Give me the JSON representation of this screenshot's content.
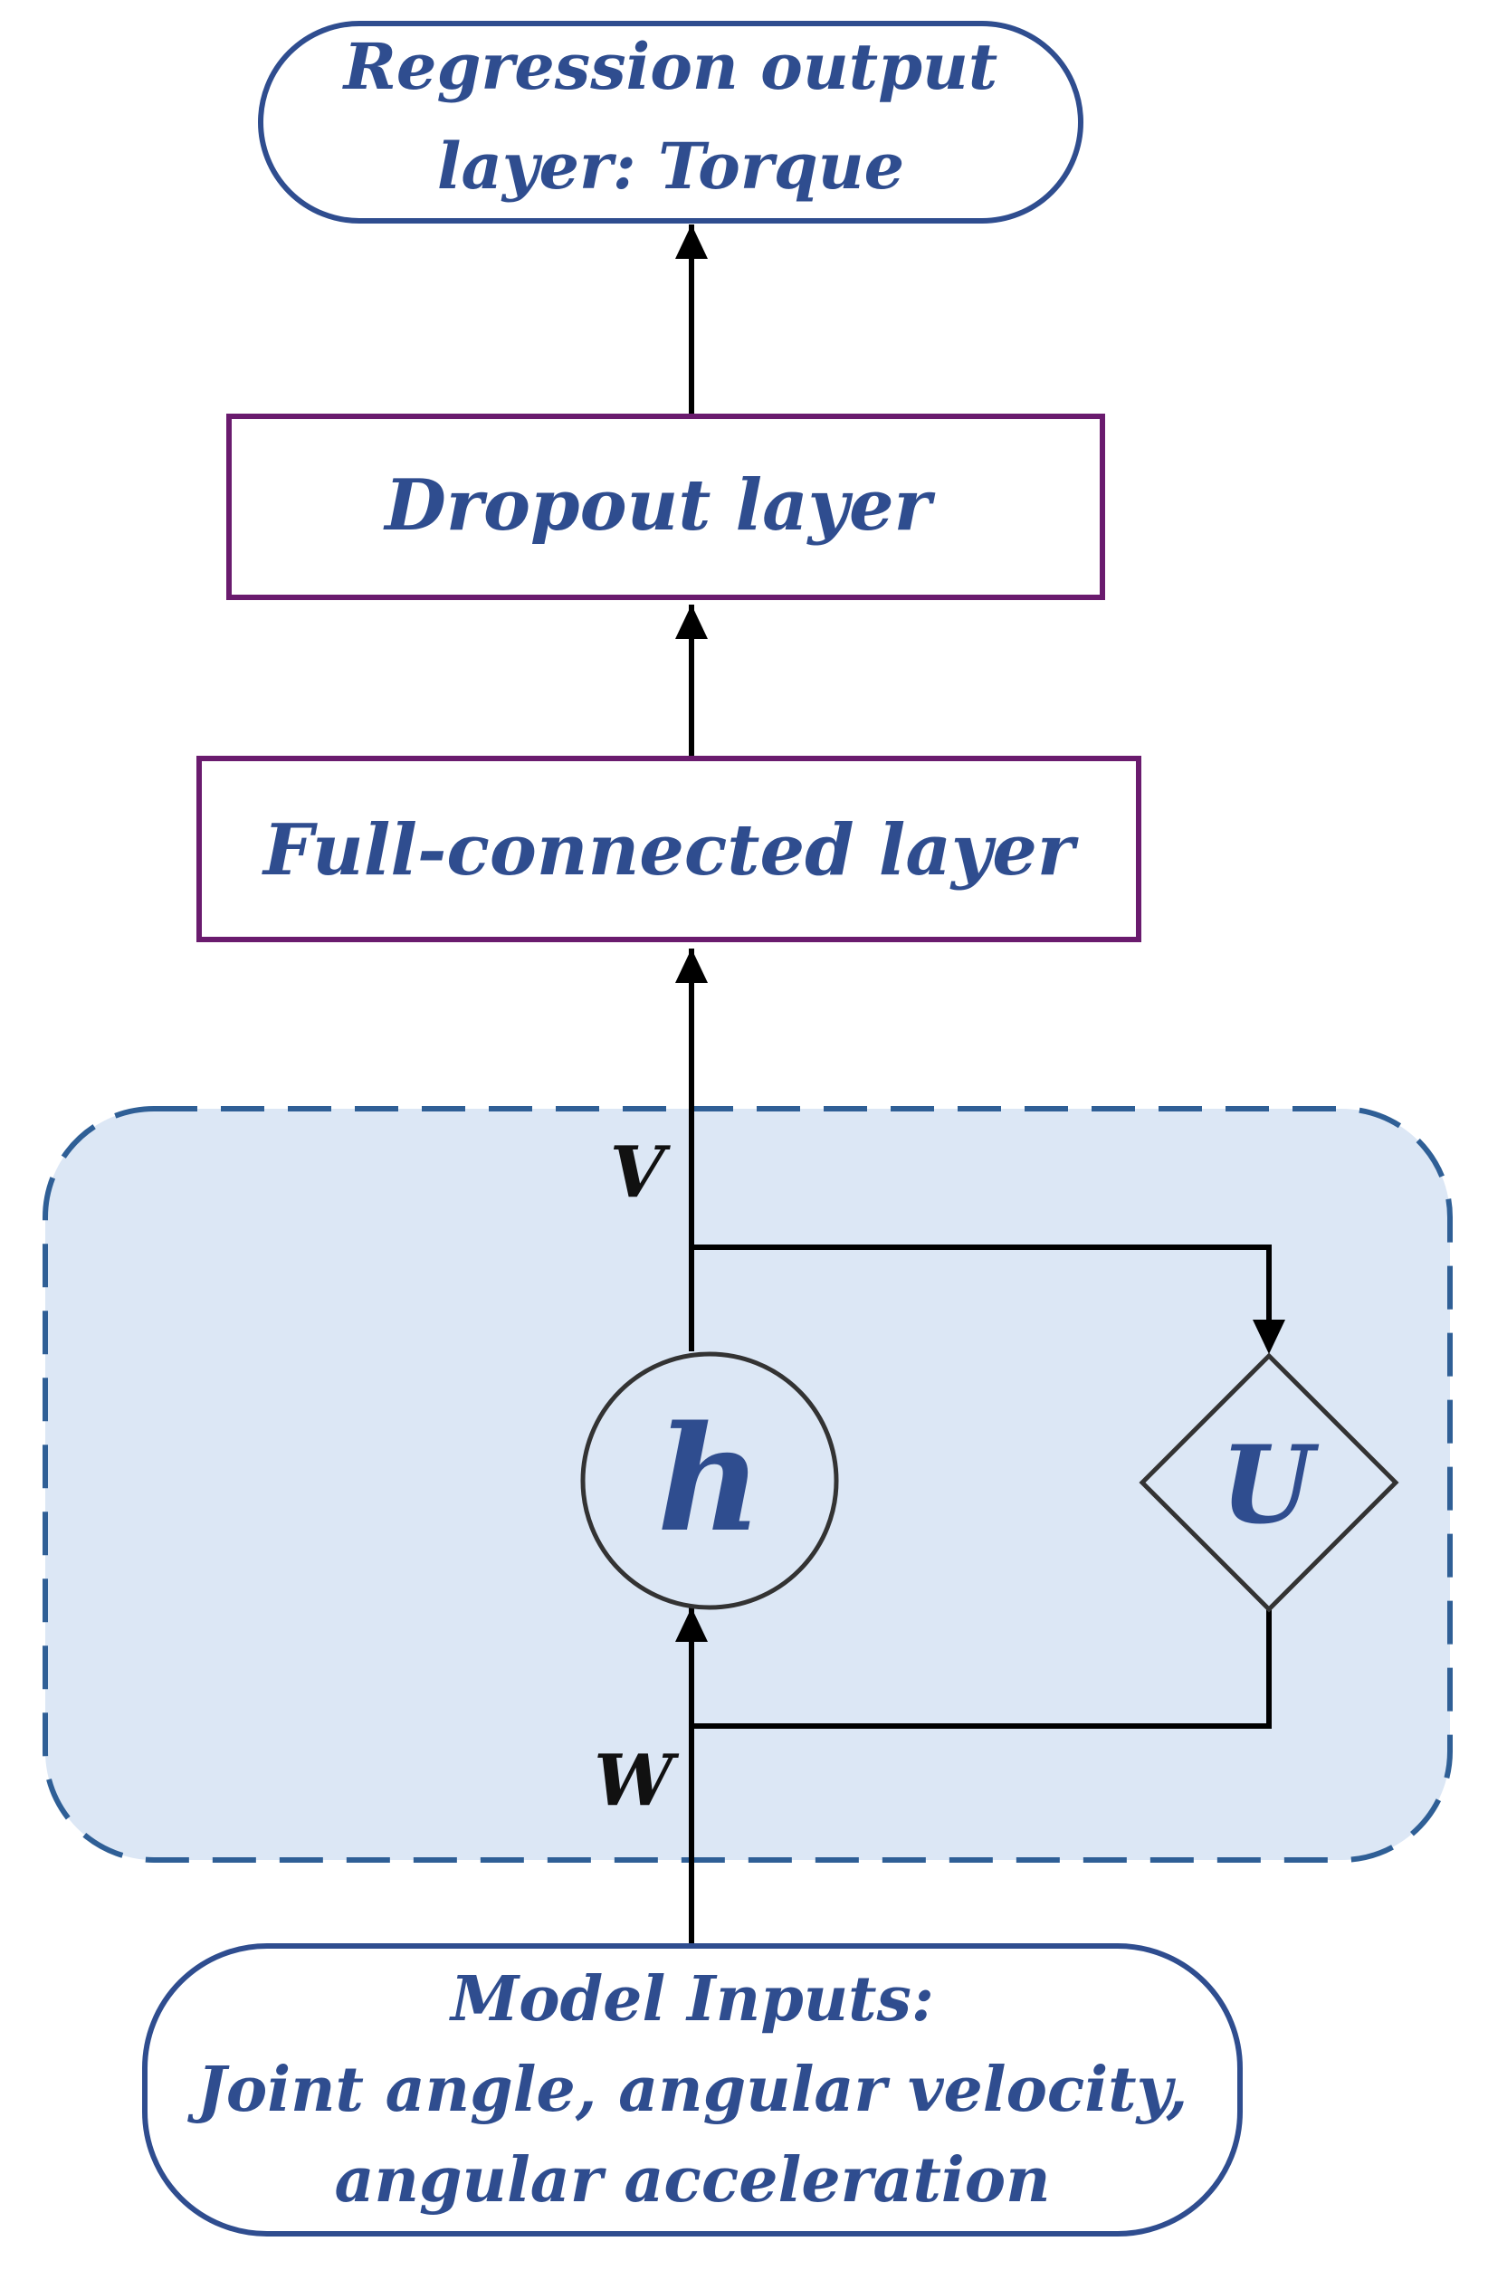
{
  "colors": {
    "text": "#2F4D8F",
    "label": "#111111",
    "terminal_border": "#2F4D8F",
    "layer_border": "#6A1B6E",
    "container_fill": "#DCE7F5",
    "container_border": "#2F5F96",
    "rnn_node_border": "#333333",
    "arrow": "#000000"
  },
  "nodes": {
    "output": {
      "lines": [
        "Regression output",
        "layer: Torque"
      ]
    },
    "dropout": {
      "label": "Dropout layer"
    },
    "fully_connected": {
      "label": "Full-connected layer"
    },
    "hidden": {
      "label": "h"
    },
    "recurrent": {
      "label": "U"
    },
    "inputs": {
      "lines": [
        "Model Inputs:",
        "Joint angle, angular velocity,",
        "angular acceleration"
      ]
    }
  },
  "connection_labels": {
    "v": "V",
    "w": "W"
  }
}
